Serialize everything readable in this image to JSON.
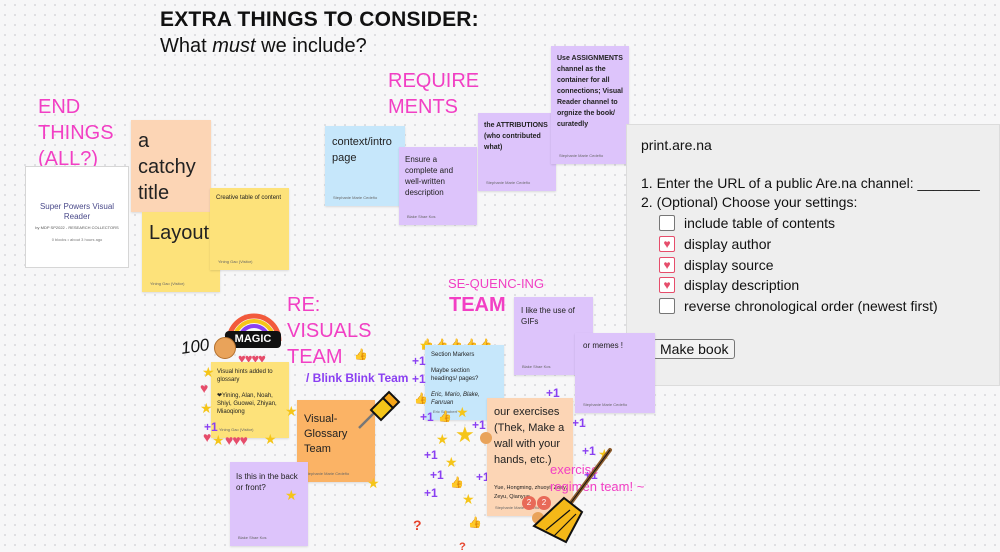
{
  "header": {
    "title": "EXTRA THINGS TO CONSIDER:",
    "subtitle_pre": "What ",
    "subtitle_em": "must",
    "subtitle_post": " we include?"
  },
  "labels": {
    "end_things": [
      "END",
      "THINGS",
      "(ALL?)"
    ],
    "requirements": [
      "REQUIRE",
      "MENTS"
    ],
    "re_visuals": [
      "RE:",
      "VISUALS",
      "TEAM"
    ],
    "blink_team": "/ Blink Blink Team",
    "sequencing": "SE-QUENC-ING",
    "team": "TEAM",
    "exercise_team": [
      "exercise",
      "regimen team! ~"
    ],
    "magic": "MAGIC",
    "hundred": "100"
  },
  "book_card": {
    "title": "Super Powers Visual Reader",
    "byline": "by MDP SP2022 - RESEARCH COLLECTORS",
    "meta": "0 blocks • about 3 hours ago"
  },
  "stickies": {
    "catchy_title": "a catchy title",
    "layout": "Layout",
    "toc": "Creative table of content",
    "toc_author": "Yining Gao (Visitor)",
    "context": "context/intro page",
    "context_author": "Stephanie Marie Cedeño",
    "description": "Ensure a complete and well-written description",
    "description_author": "Blake Shae Kos",
    "attributions": "the ATTRIBUTIONS (who contributed what)",
    "attributions_author": "Stephanie Marie Cedeño",
    "assignments": "Use ASSIGNMENTS channel as the container for all connections; Visual Reader channel to orgnize the book/ curatedly",
    "assignments_author": "Stephanie Marie Cedeño",
    "visual_hints": "Visual hints added to glossary",
    "visual_names": "❤Yining, Alan, Noah, Shiyi, Guowei, Zhiyan, Miaoqiong",
    "visual_author": "Yining Gao (Visitor)",
    "glossary": "Visual-Glossary Team",
    "glossary_author": "Stephanie Marie Cedeño",
    "back_front": "Is this in the back or front?",
    "back_front_author": "Blake Shae Kos",
    "section_markers": "Section Markers",
    "section_q": "Maybe section headings/ pages?",
    "section_names": "Eric, Mario, Blake, Fanruan",
    "section_author": "Eric Schubert",
    "gifs": "I like the use of GIFs",
    "gifs_author": "Blake Shae Kos",
    "memes": "or memes !",
    "memes_author": "Stephanie Marie Cedeño",
    "exercises": "our exercises (Thek, Make a wall with your hands, etc.)",
    "exercise_names": "Yue, Hongming, zhuoyi, Zoey, Zeyu, Qianyue",
    "exercise_author": "Stephanie Marie Cedeño"
  },
  "panel": {
    "site": "print.are.na",
    "step1": "1. Enter the URL of a public Are.na channel: ________",
    "step2": "2. (Optional) Choose your settings:",
    "options": [
      {
        "label": "include table of contents",
        "checked": false
      },
      {
        "label": "display author",
        "checked": true
      },
      {
        "label": "display source",
        "checked": true
      },
      {
        "label": "display description",
        "checked": true
      },
      {
        "label": "reverse chronological order (newest first)",
        "checked": false
      }
    ],
    "button": "Make book"
  },
  "colors": {
    "pink_label": "#f23fc4",
    "blink_purple": "#8a3ff2",
    "heart": "#e64d6b",
    "star": "#f5c518"
  }
}
